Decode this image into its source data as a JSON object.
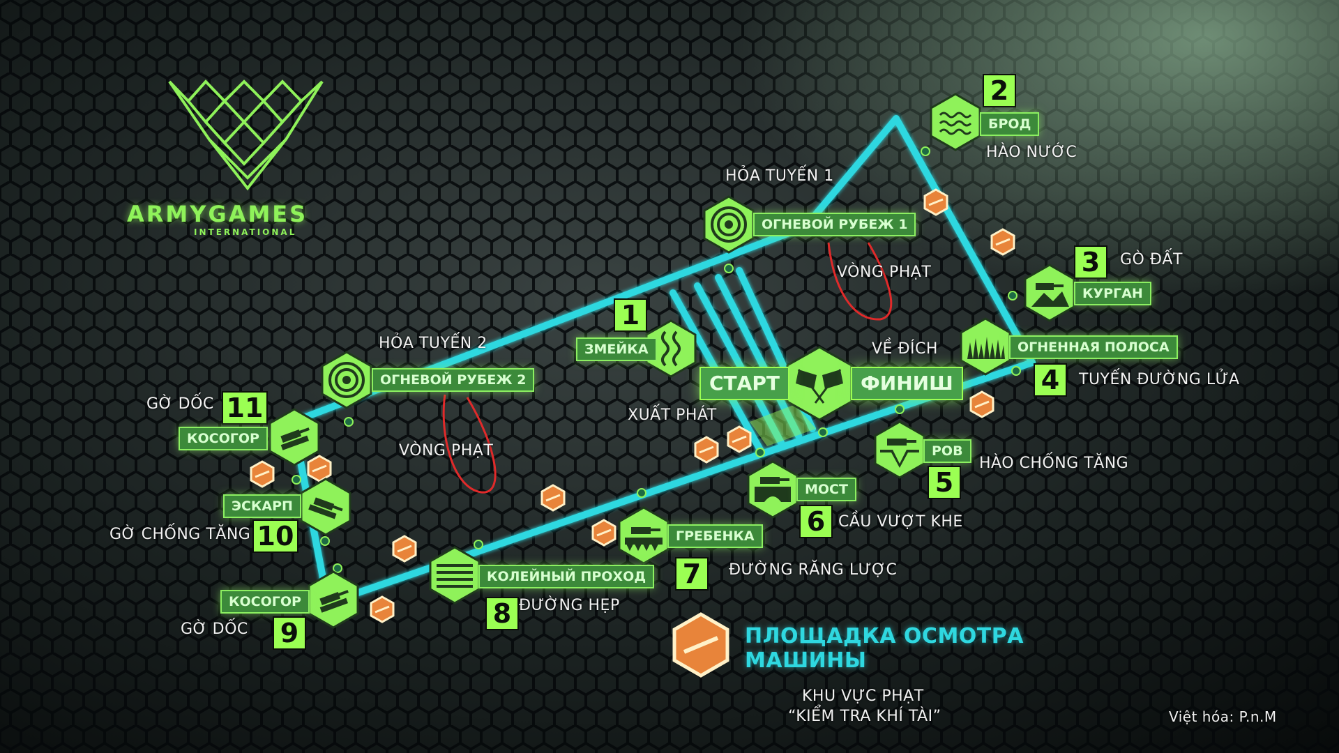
{
  "logo": {
    "name": "ARMYGAMES",
    "sub": "INTERNATIONAL"
  },
  "colors": {
    "track": "#2fd8e0",
    "hex_green": "#8ff25a",
    "label_bg": "#3c8a3a",
    "penalty": "#e8843a",
    "penalty_loop": "#e12a2a",
    "background": "#0c1210"
  },
  "start_finish": {
    "start": "СТАРТ",
    "finish": "ФИНИШ",
    "start_vi": "XUẤT PHÁT",
    "finish_vi": "VỀ ĐÍCH",
    "icon": "checkered-flags-icon"
  },
  "stages": [
    {
      "num": "1",
      "ru": "ЗМЕЙКА",
      "vi": "",
      "icon": "snake-icon"
    },
    {
      "num": "2",
      "ru": "БРОД",
      "vi": "HÀO NƯỚC",
      "icon": "water-waves-icon"
    },
    {
      "num": "3",
      "ru": "КУРГАН",
      "vi": "GÒ ĐẤT",
      "icon": "tank-hill-icon"
    },
    {
      "num": "4",
      "ru": "ОГНЕННАЯ ПОЛОСА",
      "vi": "TUYẾN ĐƯỜNG LỬA",
      "icon": "fire-grass-icon"
    },
    {
      "num": "5",
      "ru": "РОВ",
      "vi": "HÀO CHỐNG TĂNG",
      "icon": "tank-ditch-icon"
    },
    {
      "num": "6",
      "ru": "МОСТ",
      "vi": "CẦU VƯỢT KHE",
      "icon": "tank-bridge-icon"
    },
    {
      "num": "7",
      "ru": "ГРЕБЕНКА",
      "vi": "ĐƯỜNG RĂNG LƯỢC",
      "icon": "tank-comb-icon"
    },
    {
      "num": "8",
      "ru": "КОЛЕЙНЫЙ ПРОХОД",
      "vi": "ĐƯỜNG HẸP",
      "icon": "track-lanes-icon"
    },
    {
      "num": "9",
      "ru": "КОСОГОР",
      "vi": "GỜ DỐC",
      "icon": "tank-slope-icon"
    },
    {
      "num": "10",
      "ru": "ЭСКАРП",
      "vi": "GỜ CHỐNG TĂNG",
      "icon": "tank-escarp-icon"
    },
    {
      "num": "11",
      "ru": "КОСОГОР",
      "vi": "GỜ DỐC",
      "icon": "tank-slope-icon"
    }
  ],
  "firing_lines": [
    {
      "ru": "ОГНЕВОЙ РУБЕЖ 1",
      "vi": "HỎA TUYẾN 1",
      "icon": "target-icon"
    },
    {
      "ru": "ОГНЕВОЙ РУБЕЖ 2",
      "vi": "HỎA TUYẾN 2",
      "icon": "target-icon"
    }
  ],
  "penalty_loops": [
    {
      "vi": "VÒNG PHẠT"
    },
    {
      "vi": "VÒNG PHẠT"
    }
  ],
  "inspection_legend": {
    "ru_line1": "ПЛОЩАДКА ОСМОТРА",
    "ru_line2": "МАШИНЫ",
    "vi_line1": "KHU VỰC PHẠT",
    "vi_line2": "“KIỂM TRA KHÍ TÀI”",
    "icon": "inspection-hex-icon"
  },
  "credit": "Việt hóa: P.n.M"
}
